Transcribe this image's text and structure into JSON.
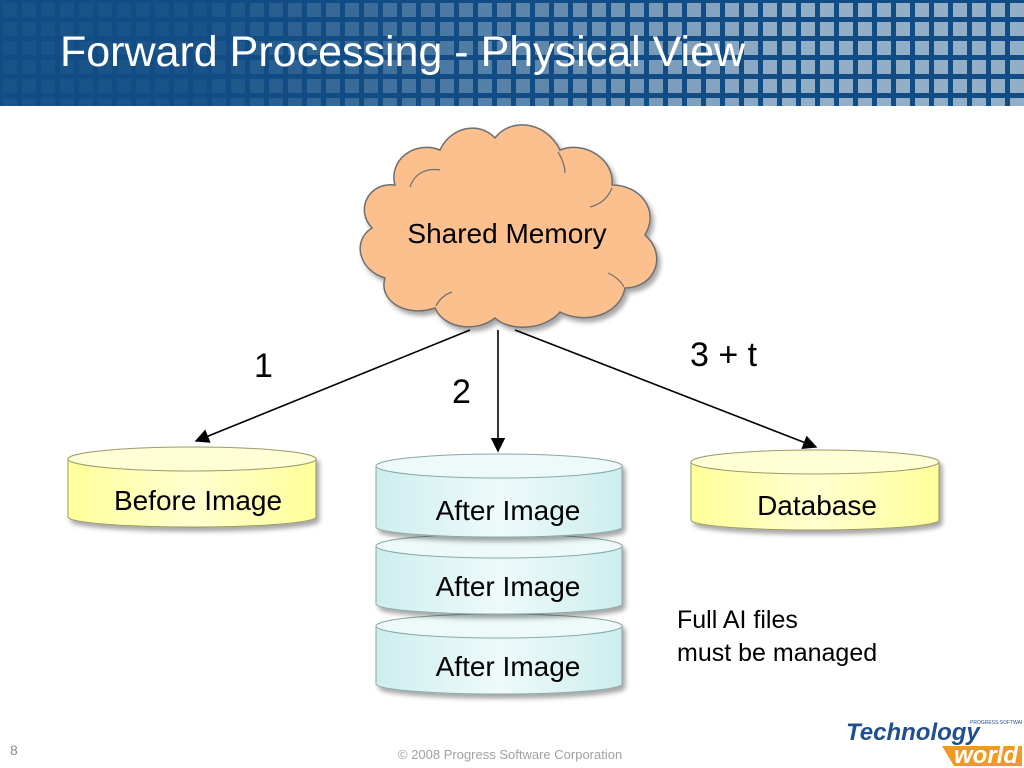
{
  "slide": {
    "title": "Forward Processing - Physical View",
    "page_number": "8",
    "copyright": "© 2008 Progress Software Corporation"
  },
  "diagram": {
    "cloud_label": "Shared Memory",
    "arrow_labels": [
      "1",
      "2",
      "3 + t"
    ],
    "before_image": "Before Image",
    "after_images": [
      "After Image",
      "After Image",
      "After Image"
    ],
    "database": "Database",
    "note_line1": "Full AI files",
    "note_line2": "must be managed"
  },
  "logo": {
    "top_text": "Technology",
    "bottom_text": "world",
    "small_text": "PROGRESS SOFTWARE"
  },
  "colors": {
    "title_bar": "#114d84",
    "cloud": "#fbc08d",
    "before_image_fill": "#ffffc0",
    "after_image_fill": "#dff3f3",
    "database_fill": "#ffffc0",
    "logo_blue": "#1f4f8f",
    "logo_orange": "#f29a1d"
  }
}
